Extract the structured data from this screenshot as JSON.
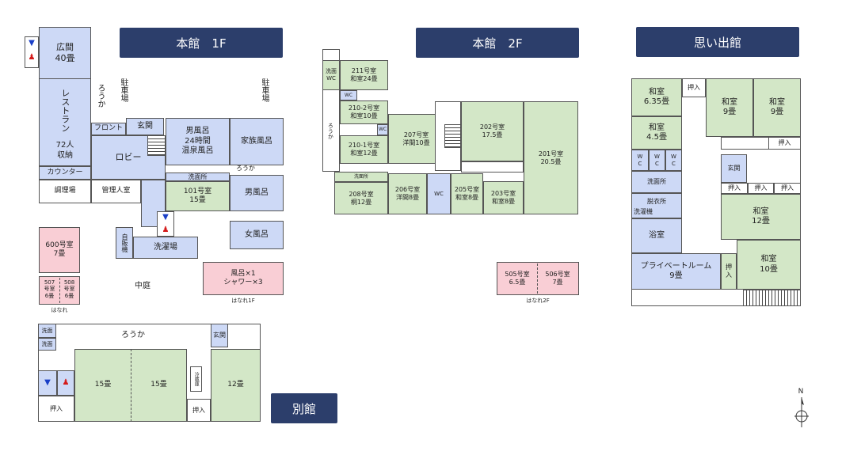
{
  "titles": {
    "honkan1f": "本館　1F",
    "honkan2f": "本館　2F",
    "omoide": "思い出館",
    "bekkan": "別館"
  },
  "f1": {
    "hiroma": "広間\n40畳",
    "rouka_v": "ろうか",
    "chusha1": "駐車場",
    "chusha2": "駐車場",
    "restaurant": "レストラン",
    "restaurant_cap": "72人\n収納",
    "front": "フロント",
    "genkan": "玄関",
    "lobby": "ロビー",
    "otoko_onsen": "男風呂\n24時間\n温泉風呂",
    "kazoku": "家族風呂",
    "rouka_h": "ろうか",
    "counter": "カウンター",
    "chorijo": "調理場",
    "kanrinin": "管理人室",
    "senmenjo": "洗面所",
    "room101": "101号室\n15畳",
    "otoko": "男風呂",
    "onna": "女風呂",
    "jihanki": "自販機",
    "sentakujo": "洗濯場",
    "room600": "600号室\n7畳",
    "room507": "507\n号室\n6畳",
    "room508": "508\n号室\n6畳",
    "hanare_small": "はなれ",
    "nakaniwa": "中庭",
    "hanare1f_room": "風呂×1\nシャワー×3",
    "hanare1f": "はなれ1F"
  },
  "f2": {
    "senmen_wc": "洗面\nWC",
    "r211": "211号室\n和室24畳",
    "wc1": "WC",
    "r2102": "210-2号室\n和室10畳",
    "wc2": "WC",
    "rouka": "ろうか",
    "r2101": "210-1号室\n和室12畳",
    "r207": "207号室\n洋間10畳",
    "r202": "202号室\n17.5畳",
    "r201": "201号室\n20.5畳",
    "senmenjo": "洗面所",
    "r208": "208号室\n桐12畳",
    "r206": "206号室\n洋間8畳",
    "wc3": "WC",
    "r205": "205号室\n和室8畳",
    "r203": "203号室\n和室8畳",
    "r505": "505号室\n6.5畳",
    "r506": "506号室\n7畳",
    "hanare2f": "はなれ2F"
  },
  "omoide": {
    "r635": "和室\n6.35畳",
    "oshiire1": "押入",
    "r9a": "和室\n9畳",
    "r9b": "和室\n9畳",
    "r45": "和室\n4.5畳",
    "oshiire2": "押入",
    "wc": "W\nC",
    "genkan": "玄関",
    "senmenjo": "洗面所",
    "datsuijo": "脱衣所",
    "oshiire3": "押入",
    "oshiire4": "押入",
    "oshiire5": "押入",
    "sentakuki": "洗濯機",
    "r12": "和室\n12畳",
    "yokushitsu": "浴室",
    "private": "プライベートルーム\n9畳",
    "oshiire6": "押\n入",
    "r10": "和室\n10畳"
  },
  "bekkan": {
    "senmen1": "洗面",
    "senmen2": "洗面",
    "rouka": "ろうか",
    "genkan": "玄関",
    "r15a": "15畳",
    "r15b": "15畳",
    "reizouko": "冷蔵庫",
    "r12": "12畳",
    "oshiire1": "押入",
    "oshiire2": "押入"
  },
  "compass": "N",
  "colors": {
    "blue": "#cdd9f6",
    "green": "#d3e7c7",
    "pink": "#f9ced5",
    "title_bg": "#2c3e6b",
    "male": "#1a3fc7",
    "female": "#d41a1a"
  }
}
